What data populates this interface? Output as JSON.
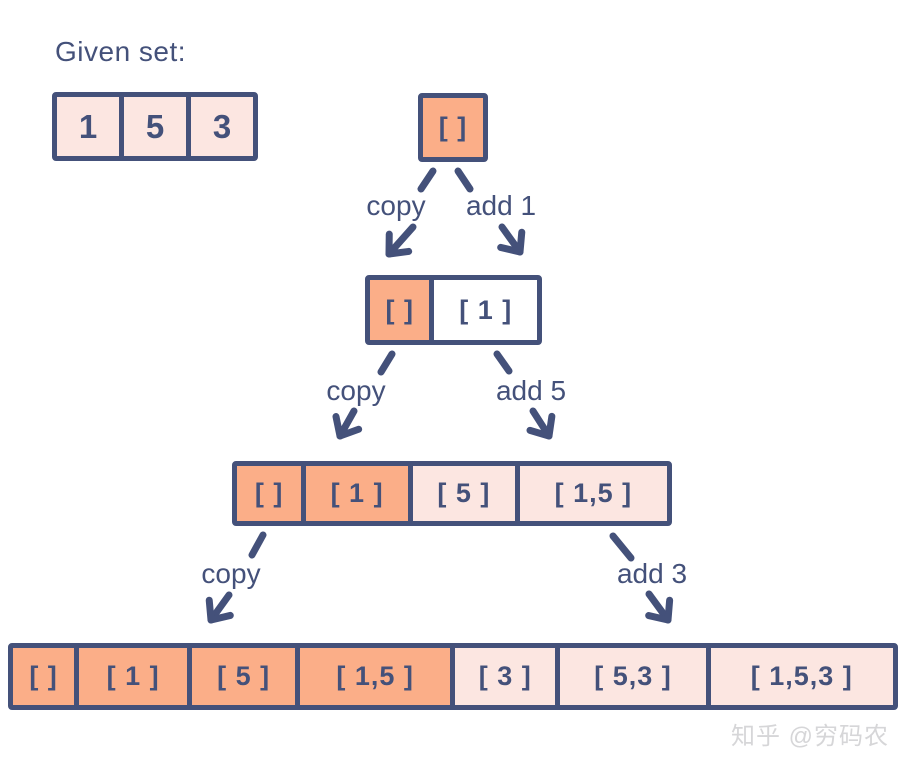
{
  "colors": {
    "navy": "#44517a",
    "orange": "#fbae88",
    "pink": "#fce6e1",
    "white": "#ffffff",
    "watermark": "#d6d6d8"
  },
  "title": "Given set:",
  "given_set": {
    "cells": [
      {
        "text": "1",
        "fill": "pink"
      },
      {
        "text": "5",
        "fill": "pink"
      },
      {
        "text": "3",
        "fill": "pink"
      }
    ]
  },
  "tree": {
    "levels": [
      {
        "cells": [
          {
            "text": "[ ]",
            "fill": "orange"
          }
        ]
      },
      {
        "cells": [
          {
            "text": "[ ]",
            "fill": "orange"
          },
          {
            "text": "[ 1 ]",
            "fill": "white"
          }
        ]
      },
      {
        "cells": [
          {
            "text": "[ ]",
            "fill": "orange"
          },
          {
            "text": "[ 1 ]",
            "fill": "orange"
          },
          {
            "text": "[ 5 ]",
            "fill": "pink"
          },
          {
            "text": "[ 1,5 ]",
            "fill": "pink"
          }
        ]
      },
      {
        "cells": [
          {
            "text": "[ ]",
            "fill": "orange"
          },
          {
            "text": "[ 1 ]",
            "fill": "orange"
          },
          {
            "text": "[ 5 ]",
            "fill": "orange"
          },
          {
            "text": "[ 1,5 ]",
            "fill": "orange"
          },
          {
            "text": "[ 3 ]",
            "fill": "pink"
          },
          {
            "text": "[ 5,3 ]",
            "fill": "pink"
          },
          {
            "text": "[ 1,5,3 ]",
            "fill": "pink"
          }
        ]
      }
    ],
    "edges": [
      {
        "label": "copy"
      },
      {
        "label": "add 1"
      },
      {
        "label": "copy"
      },
      {
        "label": "add 5"
      },
      {
        "label": "copy"
      },
      {
        "label": "add 3"
      }
    ]
  },
  "watermark": "知乎 @穷码农"
}
